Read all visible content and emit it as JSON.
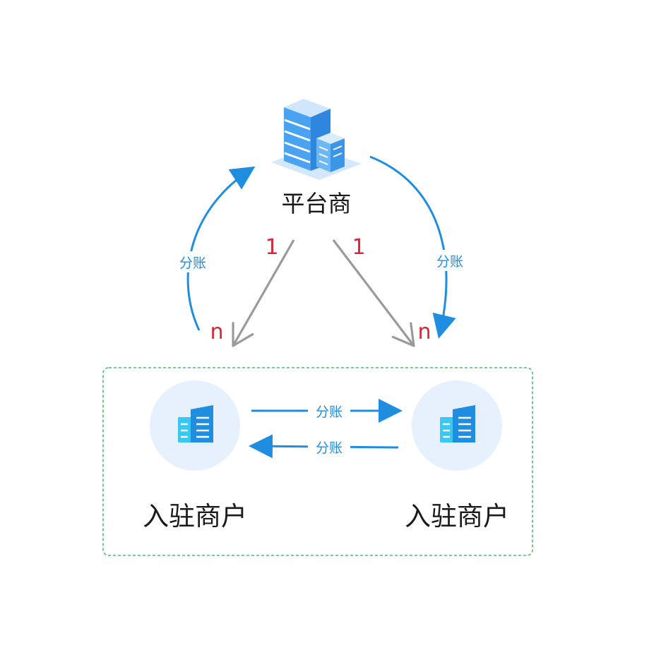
{
  "platform": {
    "label": "平台商",
    "icon": "office-building-icon"
  },
  "merchants": [
    {
      "label": "入驻商户",
      "icon": "merchant-building-icon"
    },
    {
      "label": "入驻商户",
      "icon": "merchant-building-icon"
    }
  ],
  "flows": {
    "left_arc_label": "分账",
    "right_arc_label": "分账",
    "merchant_top_label": "分账",
    "merchant_bottom_label": "分账"
  },
  "cardinality": {
    "left_one": "1",
    "left_many": "n",
    "right_one": "1",
    "right_many": "n"
  },
  "colors": {
    "flow_blue": "#1f8de0",
    "relation_gray": "#9a9a9a",
    "cardinality_red": "#d6283a",
    "group_border_green": "#4cbb6c",
    "merchant_circle": "#e6f1fd",
    "text_dark": "#1a1a1a"
  }
}
